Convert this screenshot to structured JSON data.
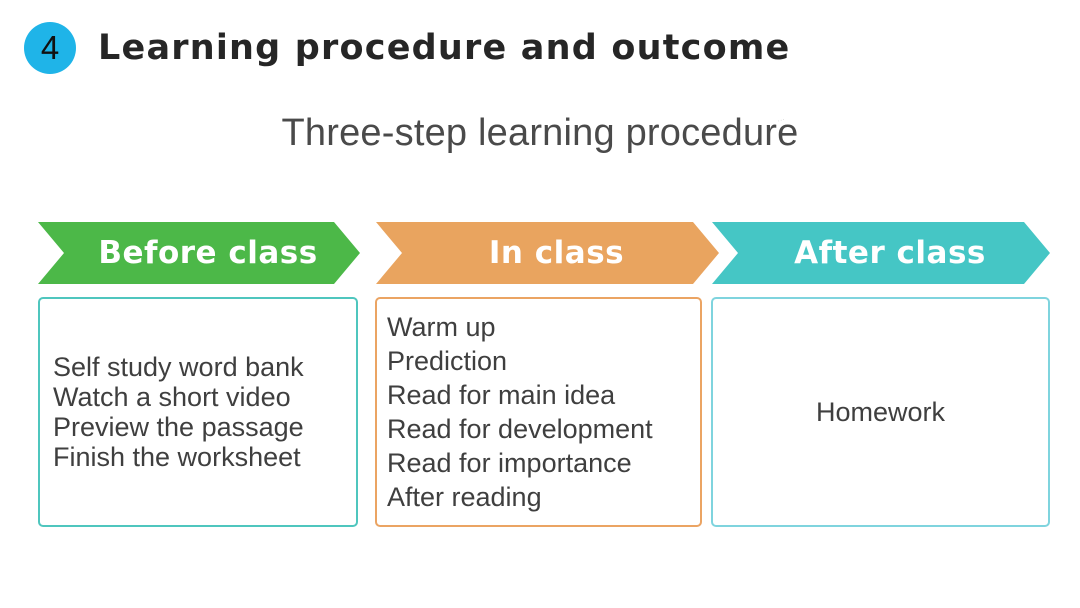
{
  "header": {
    "badge_number": "4",
    "badge_color": "#1FB4E8",
    "title": "Learning procedure and outcome"
  },
  "subtitle": {
    "text": "Three-step learning procedure",
    "watermark": "···"
  },
  "stages": [
    {
      "banner_label": "Before class",
      "banner_color": "#4CB848",
      "box_border_color": "#4FC6BE",
      "items": [
        "Self study word bank",
        "Watch a short video",
        "Preview the passage",
        "Finish the worksheet"
      ]
    },
    {
      "banner_label": "In class",
      "banner_color": "#E9A45F",
      "box_border_color": "#EBA463",
      "items": [
        "Warm up",
        "Prediction",
        "Read for main idea",
        "Read for development",
        "Read for importance",
        "After reading"
      ]
    },
    {
      "banner_label": "After class",
      "banner_color": "#45C6C5",
      "box_border_color": "#7FD4DE",
      "items": [
        "Homework"
      ]
    }
  ]
}
